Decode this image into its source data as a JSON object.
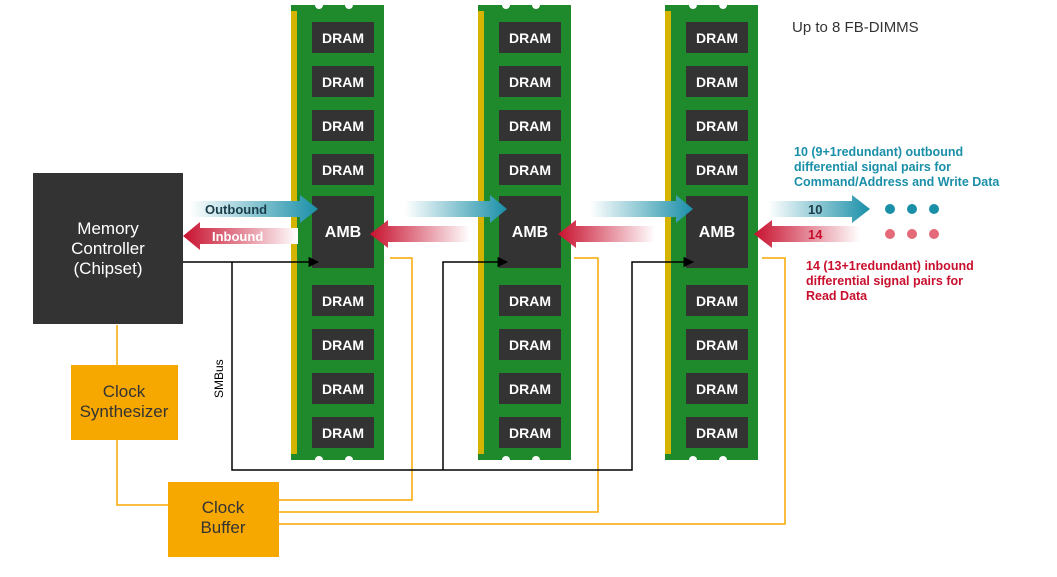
{
  "header": {
    "text": "Up to 8 FB-DIMMS"
  },
  "controller": {
    "lines": [
      "Memory",
      "Controller",
      "(Chipset)"
    ]
  },
  "clock_synthesizer": {
    "lines": [
      "Clock",
      "Synthesizer"
    ]
  },
  "clock_buffer": {
    "lines": [
      "Clock",
      "Buffer"
    ]
  },
  "smbus_label": "SMBus",
  "outbound_label": "Outbound",
  "inbound_label": "Inbound",
  "dimm": {
    "chip_label": "DRAM",
    "amb_label": "AMB",
    "chips_above_amb": 4,
    "chips_below_amb": 4,
    "count": 3
  },
  "outbound_count": "10",
  "inbound_count": "14",
  "outbound_note": {
    "lines": [
      "10 (9+1redundant) outbound",
      "differential signal pairs for",
      "Command/Address and Write Data"
    ]
  },
  "inbound_note": {
    "lines": [
      "14 (13+1redundant) inbound",
      "differential signal pairs for",
      "Read Data"
    ]
  },
  "colors": {
    "outbound": "#1a8fa8",
    "inbound": "#c8102e",
    "pcb": "#1e8a2c",
    "chip": "#333333",
    "clock": "#f7a800",
    "controller": "#333333",
    "contacts": "#d4b400",
    "text_on_dark": "#ffffff"
  }
}
